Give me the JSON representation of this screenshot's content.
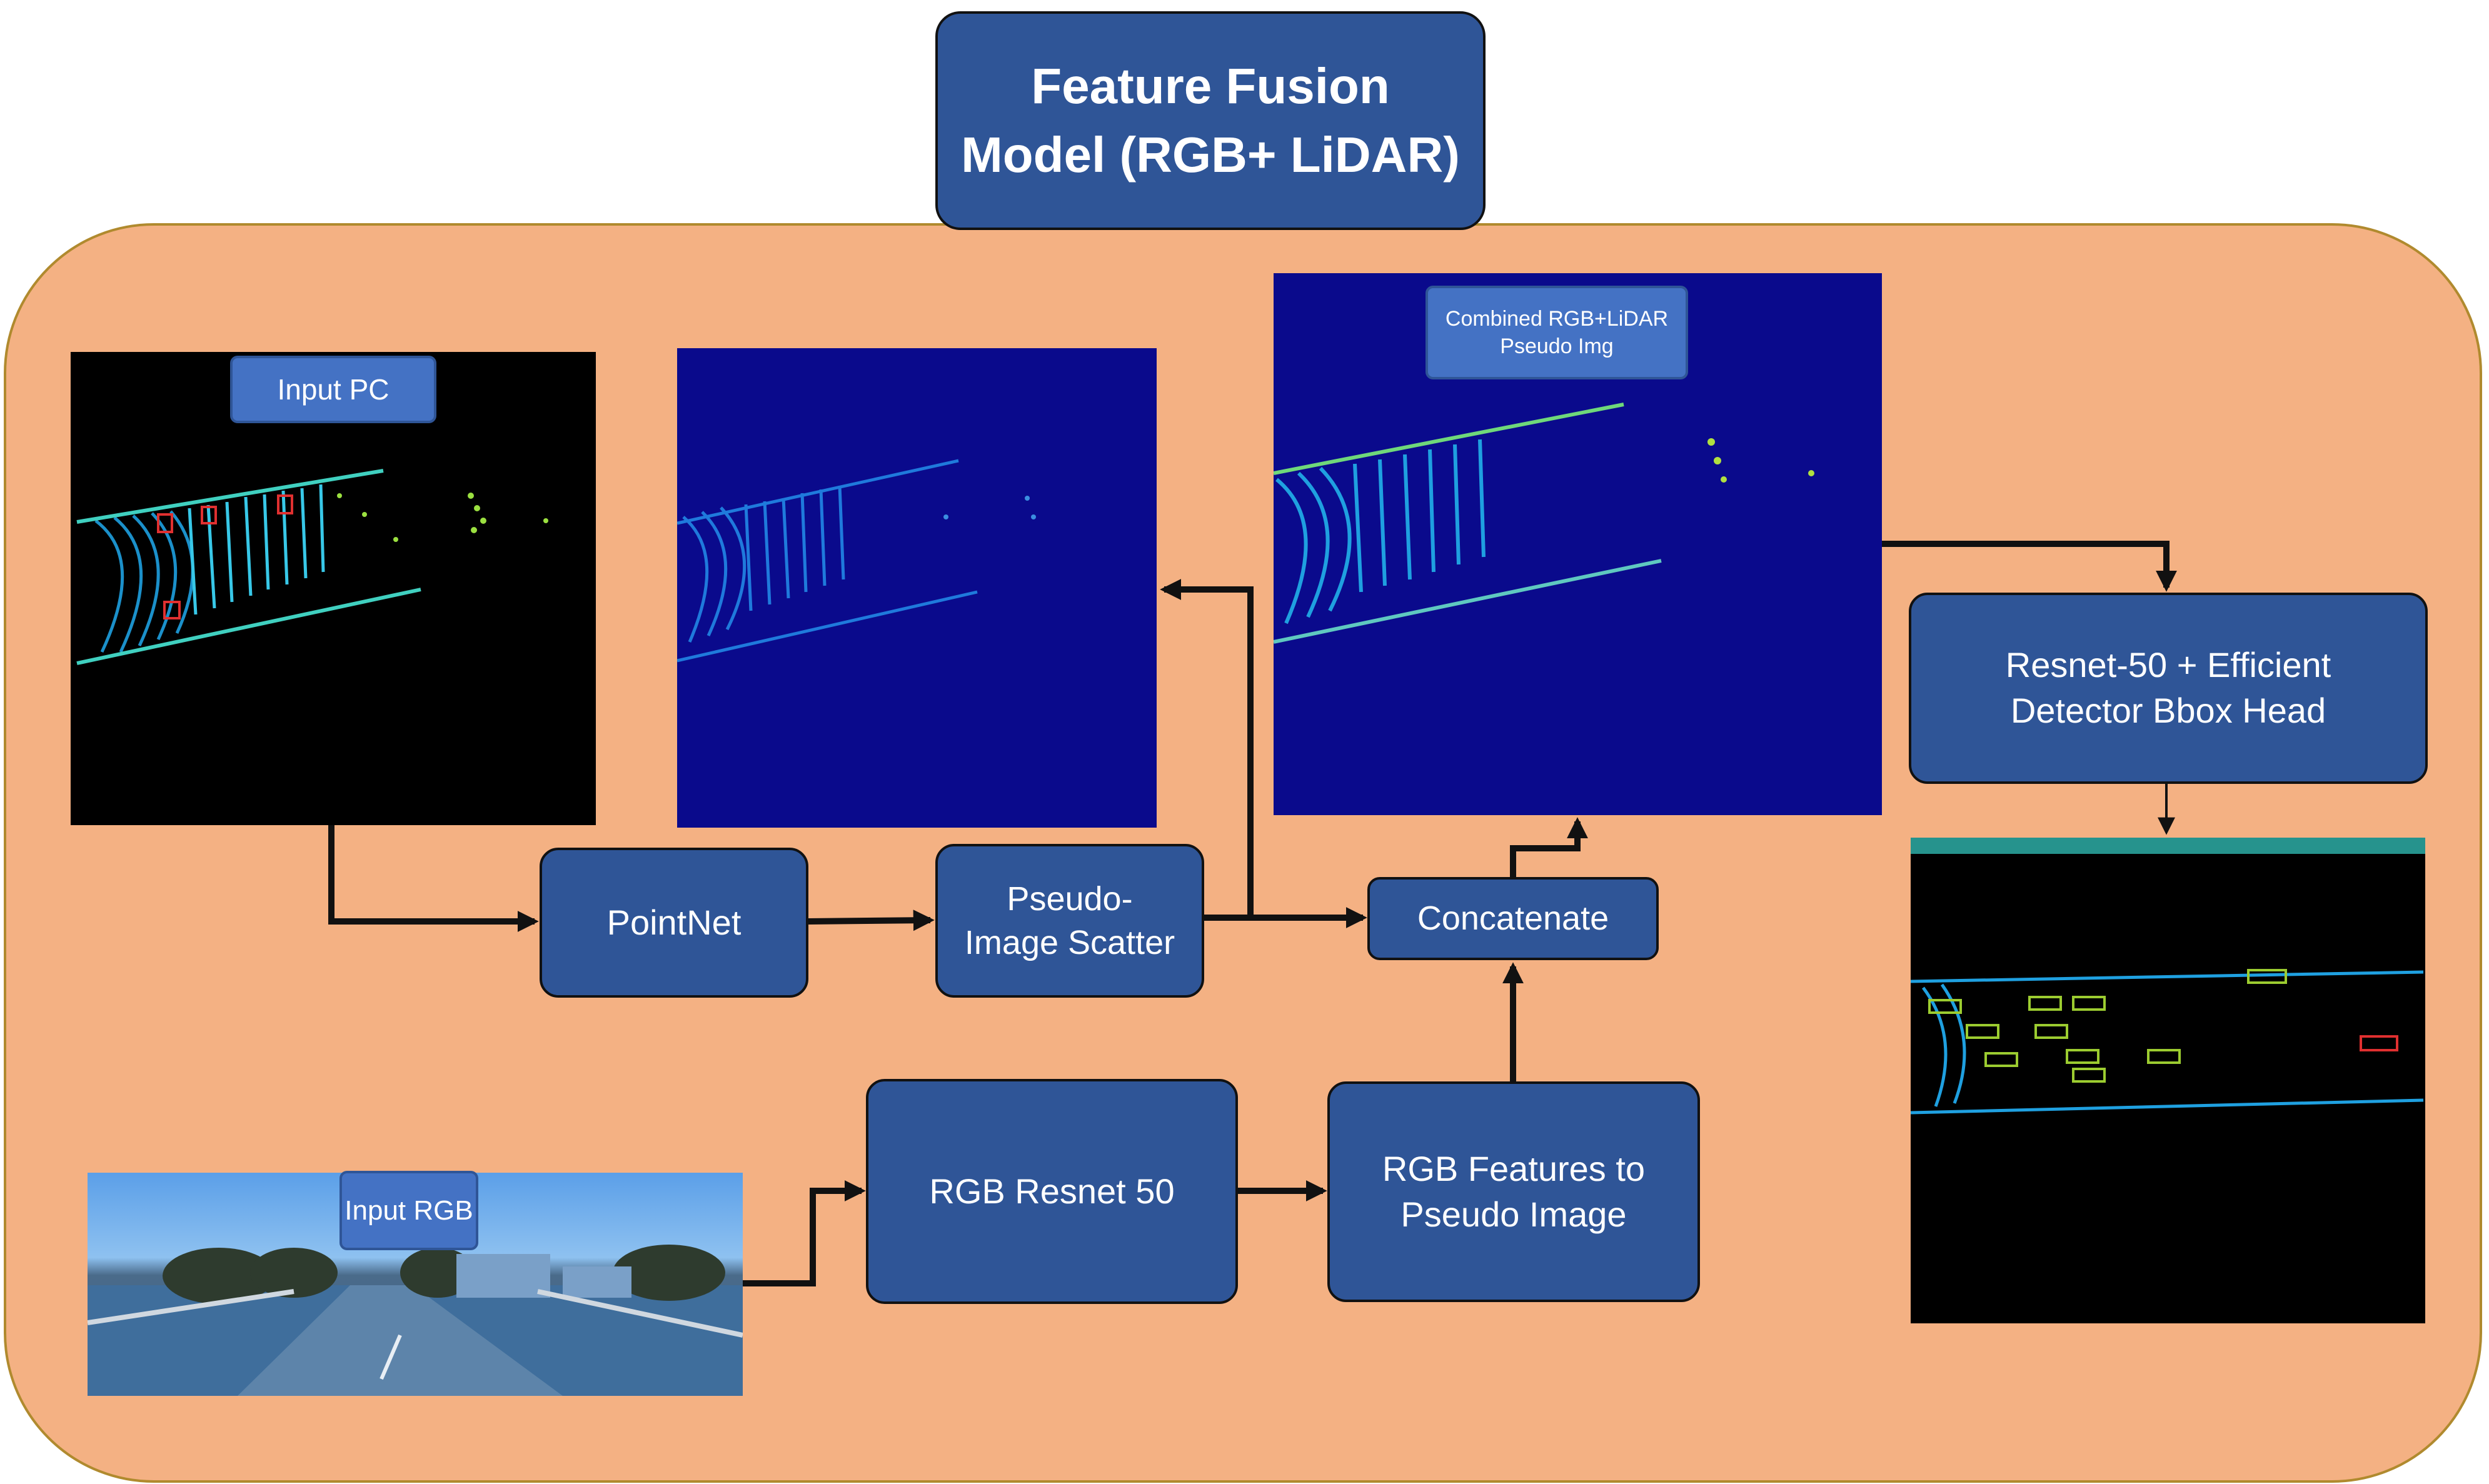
{
  "title": "Feature Fusion Model (RGB+ LiDAR)",
  "labels": {
    "input_pc": "Input PC",
    "combined": "Combined RGB+LiDAR Pseudo Img",
    "input_rgb": "Input RGB"
  },
  "blocks": {
    "pointnet": "PointNet",
    "scatter": "Pseudo-Image Scatter",
    "concatenate": "Concatenate",
    "resnet": "RGB Resnet 50",
    "rgb_to_pseudo": "RGB Features to Pseudo Image",
    "detector": "Resnet-50 + Efficient Detector Bbox Head"
  },
  "colors": {
    "panel": "#f4b183",
    "block": "#2f5597",
    "label": "#4472c4",
    "pseudo_bg": "#0a0a8c"
  }
}
